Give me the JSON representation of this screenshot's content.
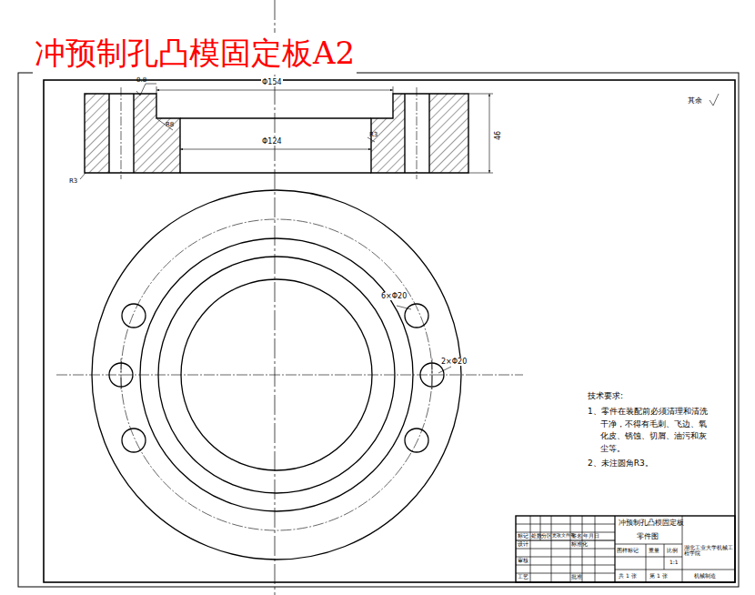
{
  "diagram": {
    "title": "冲预制孔凸模固定板A2",
    "labels": [
      "0.8",
      "Φ154",
      "R8",
      "Φ124",
      "R3",
      "46",
      "R3",
      "其余",
      "6×Φ20",
      "2×Φ20",
      "技术要求:",
      "1、零件在装配前必须清理和清洗干净，不得有毛刺、飞边、氧化皮、锈蚀、切屑、油污和灰尘等。",
      "2、未注圆角R3。",
      "冲预制孔凸模固定板",
      "零件图",
      "湖北工业大学机械工程学院",
      "图样标记",
      "重量",
      "比例",
      "1:1",
      "共 1 张",
      "第 1 张",
      "机械制造",
      "标记",
      "处数",
      "分区",
      "更改文件号",
      "签名",
      "年月日",
      "设计",
      "标准化",
      "审核",
      "工艺",
      "批准"
    ]
  }
}
